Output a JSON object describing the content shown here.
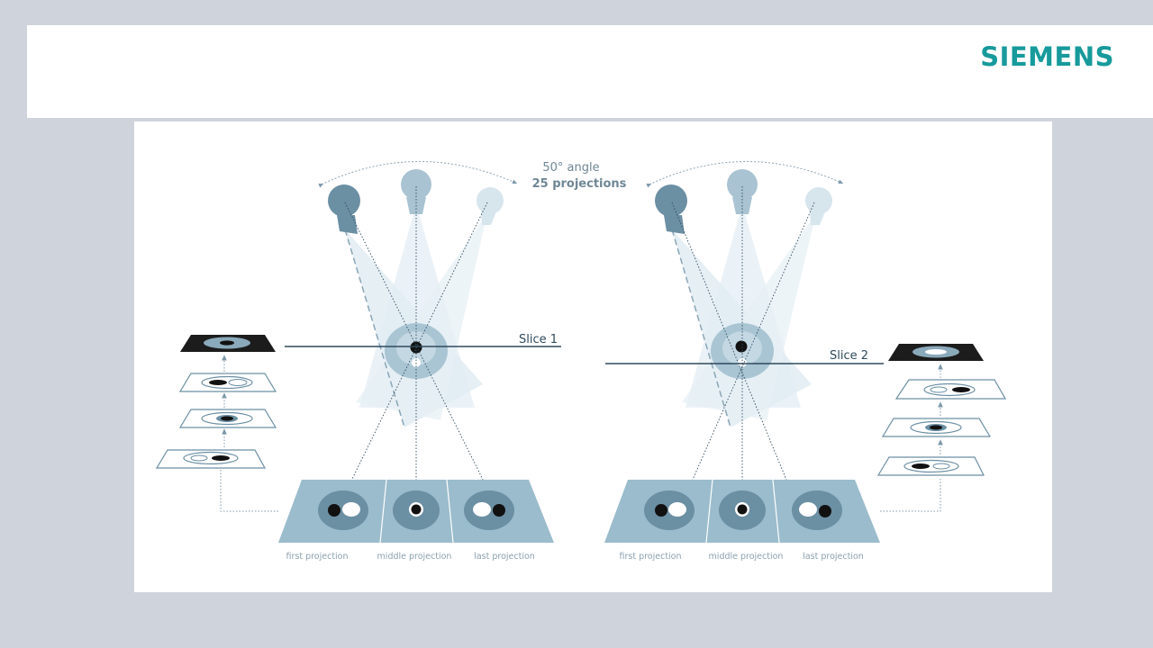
{
  "header": {
    "brand": "SIEMENS"
  },
  "figure": {
    "angle_label": "50° angle",
    "projections_label": "25 projections",
    "slice_1": "Slice 1",
    "slice_2": "Slice 2",
    "captions": [
      "first projection",
      "middle projection",
      "last projection"
    ]
  },
  "colors": {
    "brand": "#179a9b",
    "tube_dark": "#6b8fa3",
    "tube_light": "#c9dbe5",
    "detector": "#9bbccc"
  }
}
